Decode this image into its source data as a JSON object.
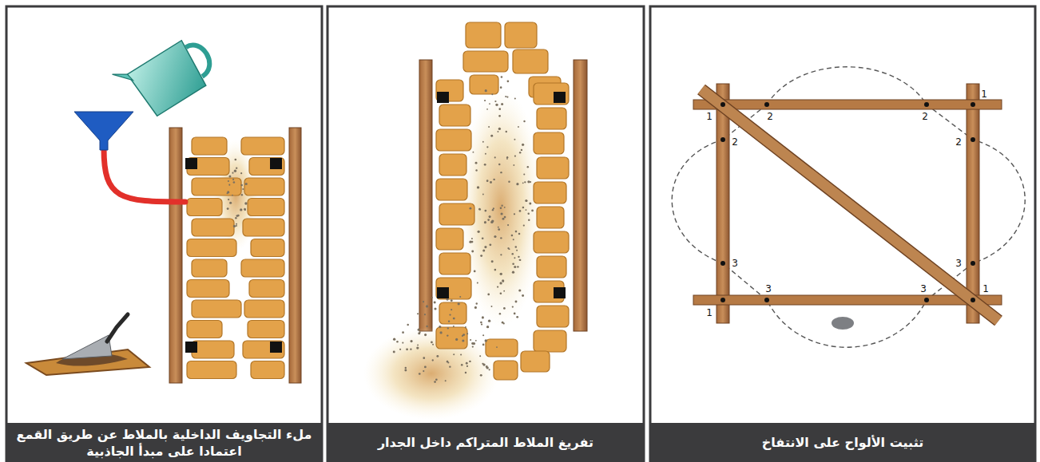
{
  "diagram": {
    "nodes": [
      {
        "text": [
          "تثبيت الألواح على الانتفاخ"
        ]
      },
      {
        "text": [
          "تفريغ الملاط المتراكم داخل الجدار"
        ]
      },
      {
        "text": [
          "ملء التجاويف الداخلية بالملاط عن طريق القمع اعتمادا على مبدأ الجاذبية"
        ]
      }
    ],
    "labels": [
      "1",
      "2",
      "2",
      "2",
      "1",
      "2",
      "3",
      "1",
      "3",
      "3",
      "3",
      "1"
    ]
  }
}
